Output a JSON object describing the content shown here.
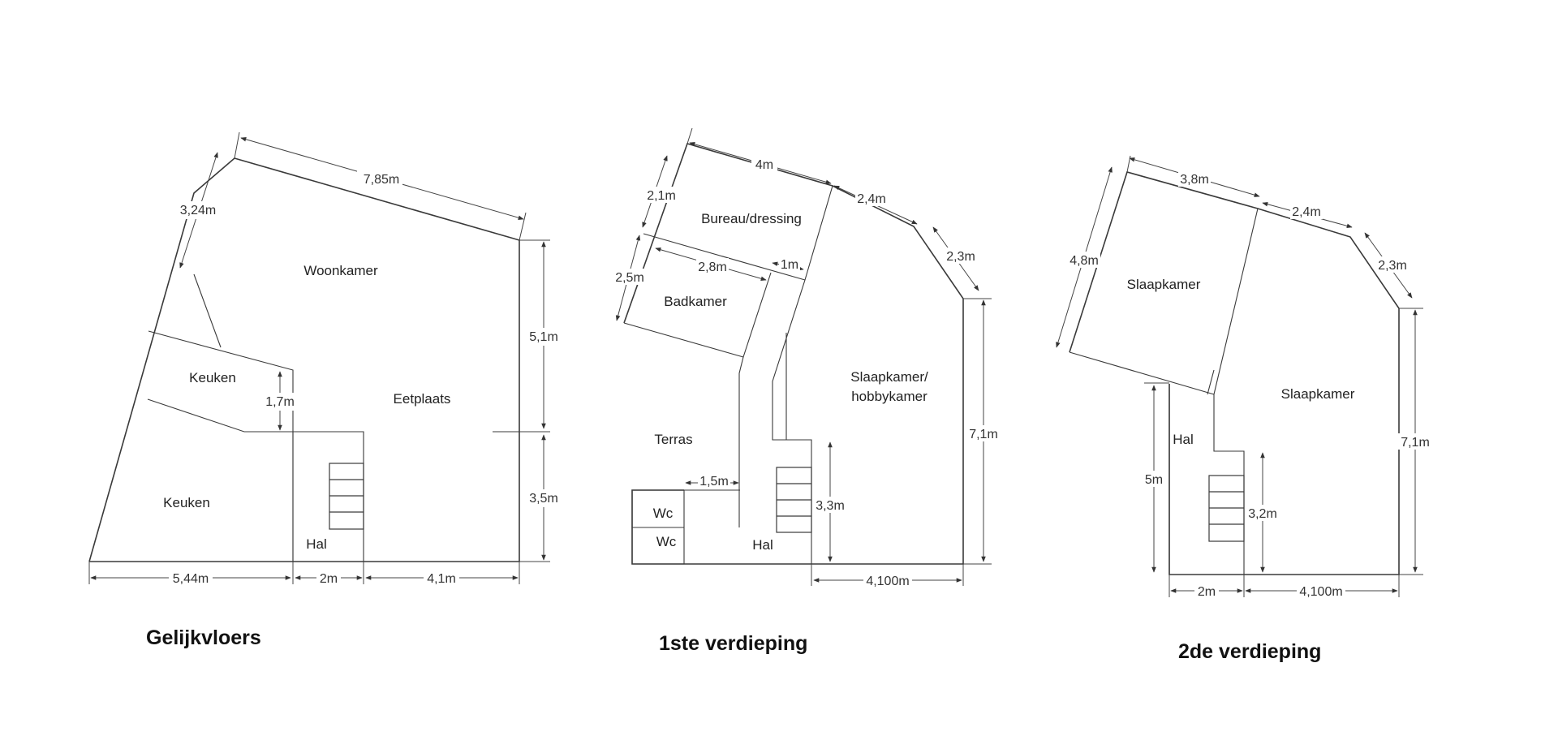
{
  "floors": [
    {
      "title": "Gelijkvloers",
      "rooms": {
        "woonkamer": "Woonkamer",
        "keuken_top": "Keuken",
        "eetplaats": "Eetplaats",
        "keuken_bottom": "Keuken",
        "hal": "Hal"
      },
      "dims": {
        "top": "7,85m",
        "left": "3,24m",
        "right_top": "5,1m",
        "right_bottom": "3,5m",
        "keuken_h": "1,7m",
        "bottom_left": "5,44m",
        "bottom_mid": "2m",
        "bottom_right": "4,1m"
      }
    },
    {
      "title": "1ste verdieping",
      "rooms": {
        "bureau": "Bureau/dressing",
        "badkamer": "Badkamer",
        "slaapkamer_1": "Slaapkamer/",
        "slaapkamer_2": "hobbykamer",
        "terras": "Terras",
        "wc1": "Wc",
        "wc2": "Wc",
        "hal": "Hal"
      },
      "dims": {
        "top": "4m",
        "top_right": "2,4m",
        "diag": "2,3m",
        "left_top": "2,1m",
        "left_bottom": "2,5m",
        "bad_w": "2,8m",
        "gap": "1m",
        "right": "7,1m",
        "stair": "3,3m",
        "terras_w": "1,5m",
        "bottom": "4,100m"
      }
    },
    {
      "title": "2de verdieping",
      "rooms": {
        "slaapkamer_left": "Slaapkamer",
        "slaapkamer_right": "Slaapkamer",
        "hal": "Hal"
      },
      "dims": {
        "top": "3,8m",
        "top_right": "2,4m",
        "diag": "2,3m",
        "left": "4,8m",
        "hal_h": "5m",
        "stair": "3,2m",
        "right": "7,1m",
        "bottom_left": "2m",
        "bottom_right": "4,100m"
      }
    }
  ]
}
